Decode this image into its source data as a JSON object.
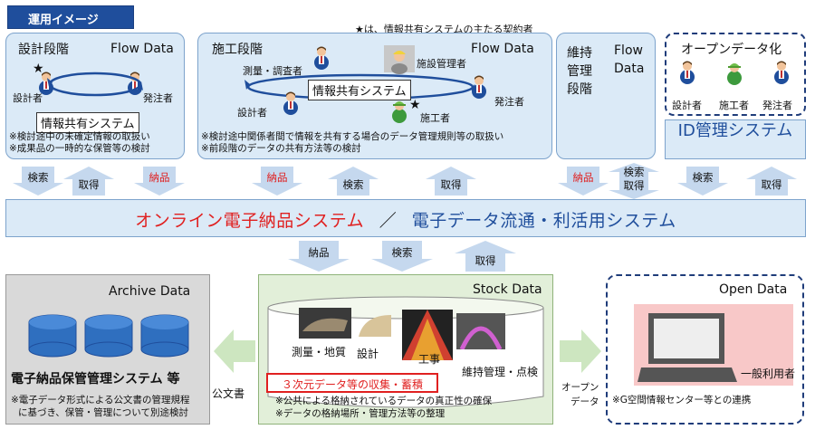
{
  "tag_label": "運用イメージ",
  "star_note": "★は、情報共有システムの主たる契約者",
  "design": {
    "title": "設計段階",
    "flow": "Flow Data",
    "star": "★",
    "roles": [
      "設計者",
      "発注者"
    ],
    "system": "情報共有システム",
    "notes": [
      "※検討途中の未確定情報の取扱い",
      "※成果品の一時的な保管等の検討"
    ]
  },
  "construction": {
    "title": "施工段階",
    "flow": "Flow Data",
    "star": "★",
    "roles": [
      "測量・調査者",
      "施設管理者",
      "設計者",
      "発注者",
      "施工者"
    ],
    "system": "情報共有システム",
    "notes": [
      "※検討途中関係者間で情報を共有する場合のデータ管理規則等の取扱い",
      "※前段階のデータの共有方法等の検討"
    ]
  },
  "maintenance": {
    "title_lines": [
      "維持",
      "管理",
      "段階"
    ],
    "flow_lines": [
      "Flow",
      "Data"
    ]
  },
  "open_top": {
    "title": "オープンデータ化",
    "roles": [
      "設計者",
      "施工者",
      "発注者"
    ],
    "id_system": "ID管理システム"
  },
  "arrows_top": [
    "検索",
    "取得",
    "納品",
    "納品",
    "検索",
    "取得",
    "納品",
    "検索取得",
    "検索",
    "取得"
  ],
  "band": {
    "left": "オンライン電子納品システム",
    "sep": "／",
    "right": "電子データ流通・利活用システム"
  },
  "arrows_mid": [
    "納品",
    "検索",
    "取得"
  ],
  "archive": {
    "title": "Archive Data",
    "system": "電子納品保管管理システム 等",
    "notes": [
      "※電子データ形式による公文書の管理規程",
      "に基づき、保管・管理について別途検討"
    ]
  },
  "stock": {
    "title": "Stock Data",
    "items": [
      "測量・地質",
      "設計",
      "工事",
      "維持管理・点検"
    ],
    "highlight": "３次元データ等の収集・蓄積",
    "notes": [
      "※公共による格納されているデータの真正性の確保",
      "※データの格納場所・管理方法等の整理"
    ]
  },
  "left_arrow_label": "公文書",
  "right_arrow_label_lines": [
    "オープン",
    "データ"
  ],
  "open": {
    "title": "Open Data",
    "user": "一般利用者",
    "note": "※G空間情報センター等との連携"
  },
  "colors": {
    "accent": "#1f4e9c",
    "red": "#e02020",
    "panel": "#dbeaf7",
    "stock": "#e2efd9",
    "archive": "#d9d9d9"
  }
}
